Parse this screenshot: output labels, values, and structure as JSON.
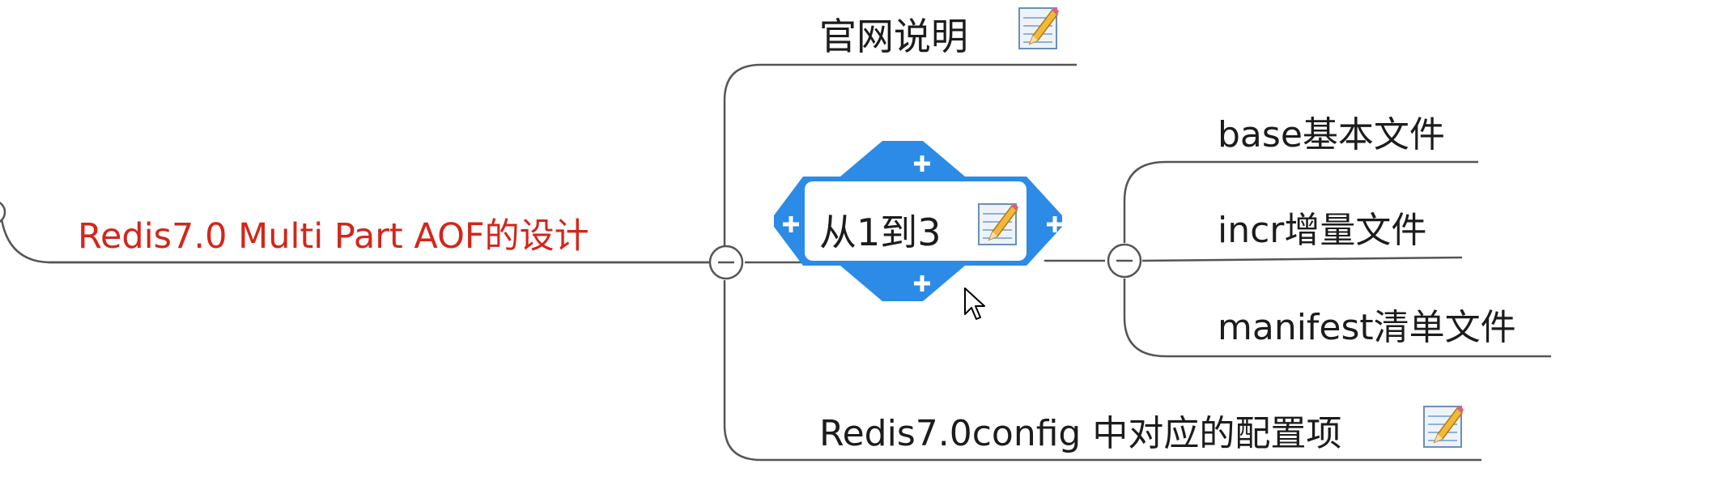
{
  "mindmap": {
    "root_topic": {
      "label": "Redis7.0 Multi Part AOF的设计",
      "color": "#d4251a"
    },
    "branches": [
      {
        "label": "官网说明",
        "has_note": true
      },
      {
        "label": "从1到3",
        "has_note": true,
        "selected": true
      },
      {
        "label": "Redis7.0config 中对应的配置项",
        "has_note": true
      }
    ],
    "sub_branches": [
      {
        "label": "base基本文件"
      },
      {
        "label": "incr增量文件"
      },
      {
        "label": "manifest清单文件"
      }
    ],
    "selection_color": "#2b8be6",
    "line_color": "#555555"
  }
}
